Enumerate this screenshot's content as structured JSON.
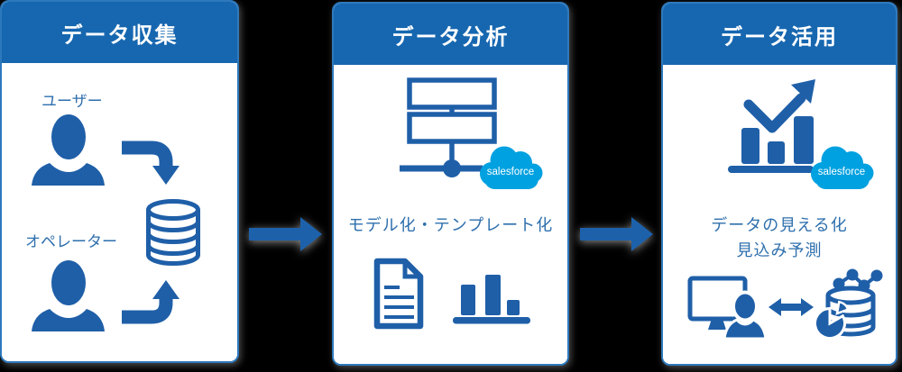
{
  "colors": {
    "background": "#000000",
    "header_bg": "#1767b0",
    "panel_border": "#2e79bd",
    "icon_blue": "#1f5fa8",
    "label_blue": "#2e6fad",
    "salesforce_blue": "#00a1e0",
    "flow_arrow_blue": "#1d61ab",
    "header_text": "#ffffff"
  },
  "panels": [
    {
      "id": "data-collection",
      "title": "データ収集",
      "labels": {
        "user": "ユーザー",
        "operator": "オペレーター"
      },
      "icons": [
        "user-person-icon",
        "curved-arrow-down-icon",
        "database-cylinder-icon",
        "operator-person-icon",
        "curved-arrow-up-icon"
      ]
    },
    {
      "id": "data-analysis",
      "title": "データ分析",
      "caption": "モデル化・テンプレート化",
      "icons": [
        "server-network-icon",
        "salesforce-cloud-icon",
        "document-icon",
        "bar-chart-icon"
      ]
    },
    {
      "id": "data-utilization",
      "title": "データ活用",
      "captions": [
        "データの見える化",
        "見込み予測"
      ],
      "icons": [
        "growth-chart-icon",
        "salesforce-cloud-icon",
        "monitor-user-icon",
        "double-headed-arrow-icon",
        "database-analytics-icon"
      ]
    }
  ],
  "connectors": [
    {
      "type": "arrow-right",
      "from": "data-collection",
      "to": "data-analysis"
    },
    {
      "type": "arrow-right",
      "from": "data-analysis",
      "to": "data-utilization"
    }
  ],
  "salesforce": {
    "logo_text": "salesforce"
  }
}
